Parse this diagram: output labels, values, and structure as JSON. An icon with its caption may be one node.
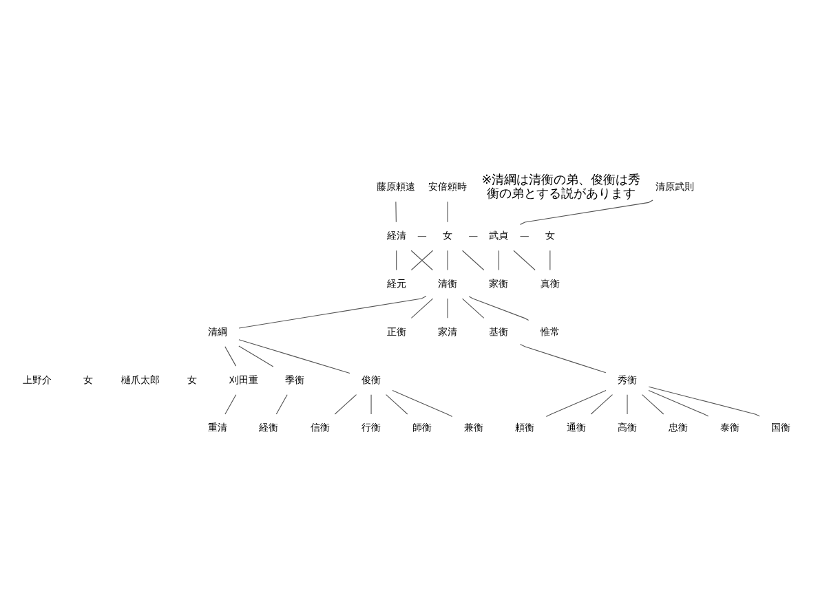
{
  "diagram": {
    "nodes": [
      {
        "text": [
          "藤原頼遠"
        ]
      },
      {
        "text": [
          "安倍頼時"
        ]
      },
      {
        "text": [
          "清原武則"
        ]
      },
      {
        "text": [
          "経清"
        ]
      },
      {
        "text": [
          "女"
        ]
      },
      {
        "text": [
          "武貞"
        ]
      },
      {
        "text": [
          "女"
        ]
      },
      {
        "text": [
          "経元"
        ]
      },
      {
        "text": [
          "清衡"
        ]
      },
      {
        "text": [
          "家衡"
        ]
      },
      {
        "text": [
          "真衡"
        ]
      },
      {
        "text": [
          "清綱"
        ]
      },
      {
        "text": [
          "正衡"
        ]
      },
      {
        "text": [
          "家清"
        ]
      },
      {
        "text": [
          "基衡"
        ]
      },
      {
        "text": [
          "惟常"
        ]
      },
      {
        "text": [
          "刈田重"
        ]
      },
      {
        "text": [
          "重清"
        ]
      },
      {
        "text": [
          "季衡"
        ]
      },
      {
        "text": [
          "経衡"
        ]
      },
      {
        "text": [
          "俊衡"
        ]
      },
      {
        "text": [
          "師衡"
        ]
      },
      {
        "text": [
          "兼衡"
        ]
      },
      {
        "text": [
          "信衡"
        ]
      },
      {
        "text": [
          "行衡"
        ]
      },
      {
        "text": [
          "秀衡"
        ]
      },
      {
        "text": [
          "頼衡"
        ]
      },
      {
        "text": [
          "通衡"
        ]
      },
      {
        "text": [
          "高衡"
        ]
      },
      {
        "text": [
          "忠衡"
        ]
      },
      {
        "text": [
          "泰衡"
        ]
      },
      {
        "text": [
          "国衡"
        ]
      }
    ],
    "edges": [
      {
        "from": 0,
        "to": 3,
        "arrow": "none"
      },
      {
        "from": 1,
        "to": 4,
        "arrow": "none"
      },
      {
        "from": 2,
        "to": 5,
        "arrow": "none"
      },
      {
        "from": 3,
        "to": 4,
        "arrow": "none"
      },
      {
        "from": 4,
        "to": 5,
        "arrow": "none"
      },
      {
        "from": 5,
        "to": 6,
        "arrow": "none"
      },
      {
        "from": 3,
        "to": 7,
        "arrow": "none"
      },
      {
        "from": 4,
        "to": 7,
        "arrow": "none"
      },
      {
        "from": 3,
        "to": 8,
        "arrow": "none"
      },
      {
        "from": 4,
        "to": 8,
        "arrow": "none"
      },
      {
        "from": 4,
        "to": 9,
        "arrow": "none"
      },
      {
        "from": 5,
        "to": 9,
        "arrow": "none"
      },
      {
        "from": 5,
        "to": 10,
        "arrow": "none"
      },
      {
        "from": 6,
        "to": 10,
        "arrow": "none"
      },
      {
        "from": 8,
        "to": 11,
        "arrow": "none"
      },
      {
        "from": 8,
        "to": 12,
        "arrow": "none"
      },
      {
        "from": 8,
        "to": 13,
        "arrow": "none"
      },
      {
        "from": 8,
        "to": 14,
        "arrow": "none"
      },
      {
        "from": 8,
        "to": 15,
        "arrow": "none"
      },
      {
        "from": 11,
        "to": 16,
        "arrow": "none"
      },
      {
        "from": 11,
        "to": 18,
        "arrow": "none"
      },
      {
        "from": 11,
        "to": 20,
        "arrow": "none"
      },
      {
        "from": 16,
        "to": 17,
        "arrow": "none"
      },
      {
        "from": 18,
        "to": 19,
        "arrow": "none"
      },
      {
        "from": 20,
        "to": 21,
        "arrow": "none"
      },
      {
        "from": 20,
        "to": 22,
        "arrow": "none"
      },
      {
        "from": 20,
        "to": 23,
        "arrow": "none"
      },
      {
        "from": 20,
        "to": 24,
        "arrow": "none"
      },
      {
        "from": 14,
        "to": 25,
        "arrow": "none"
      },
      {
        "from": 25,
        "to": 26,
        "arrow": "none"
      },
      {
        "from": 25,
        "to": 27,
        "arrow": "none"
      },
      {
        "from": 25,
        "to": 28,
        "arrow": "none"
      },
      {
        "from": 25,
        "to": 29,
        "arrow": "none"
      },
      {
        "from": 25,
        "to": 30,
        "arrow": "none"
      },
      {
        "from": 25,
        "to": 31,
        "arrow": "none"
      }
    ],
    "labels": [
      "※清綱は清衡の弟、俊衡は秀衡の弟とする説があります",
      "上野介",
      "女",
      "樋爪太郎",
      "女"
    ]
  }
}
